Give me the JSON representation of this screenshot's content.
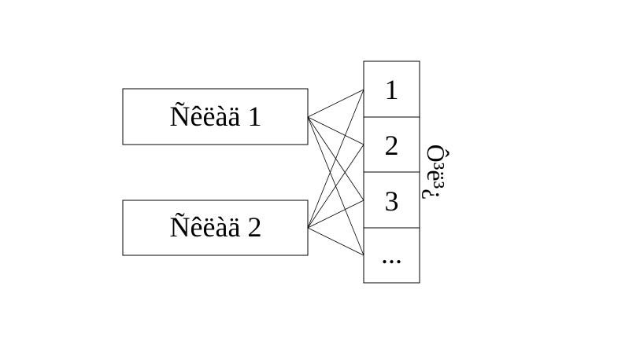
{
  "left_boxes": [
    {
      "label": "Ñêëàä 1"
    },
    {
      "label": "Ñêëàä 2"
    }
  ],
  "stack_cells": [
    {
      "label": "1"
    },
    {
      "label": "2"
    },
    {
      "label": "3"
    },
    {
      "label": "..."
    }
  ],
  "side_label": "Ô³ë³¿",
  "colors": {
    "stroke": "#000000",
    "background": "#ffffff"
  }
}
